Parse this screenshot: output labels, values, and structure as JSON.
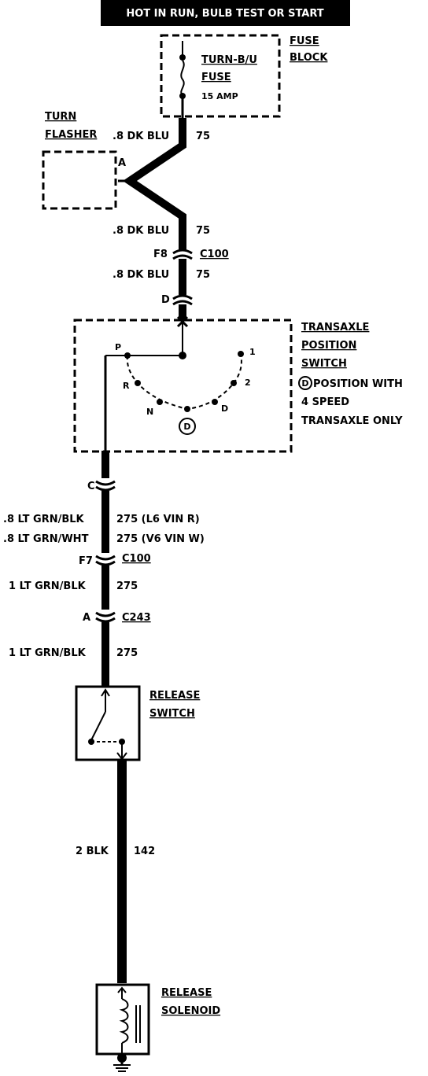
{
  "banner": "HOT IN RUN, BULB TEST OR START",
  "fuse_block": {
    "title_line1": "FUSE",
    "title_line2": "BLOCK",
    "fuse_name_line1": "TURN-B/U",
    "fuse_name_line2": "FUSE",
    "fuse_rating": "15 AMP"
  },
  "turn_flasher": {
    "label_line1": "TURN",
    "label_line2": "FLASHER",
    "terminal": "A"
  },
  "wires": {
    "w1_size_color": ".8 DK BLU",
    "w1_circuit": "75",
    "w2_size_color": ".8 DK BLU",
    "w2_circuit": "75",
    "w3_size_color": ".8 DK BLU",
    "w3_circuit": "75",
    "w4a_size_color": ".8 LT GRN/BLK",
    "w4a_circuit": "275 (L6 VIN R)",
    "w4b_size_color": ".8 LT GRN/WHT",
    "w4b_circuit": "275 (V6 VIN W)",
    "w5_size_color": "1 LT GRN/BLK",
    "w5_circuit": "275",
    "w6_size_color": "1 LT GRN/BLK",
    "w6_circuit": "275",
    "w7_size_color": "2 BLK",
    "w7_circuit": "142"
  },
  "connectors": {
    "c1_pin": "F8",
    "c1_name": "C100",
    "c2_pin": "D",
    "c3_pin": "C",
    "c4_pin": "F7",
    "c4_name": "C100",
    "c5_pin": "A",
    "c5_name": "C243"
  },
  "transaxle_switch": {
    "title_line1": "TRANSAXLE",
    "title_line2": "POSITION",
    "title_line3": "SWITCH",
    "note_symbol": "D",
    "note_line1": "POSITION WITH",
    "note_line2": "4 SPEED",
    "note_line3": "TRANSAXLE ONLY",
    "positions": {
      "p": "P",
      "r": "R",
      "n": "N",
      "d": "D",
      "d4": "D",
      "two": "2",
      "one": "1"
    }
  },
  "release_switch": {
    "label_line1": "RELEASE",
    "label_line2": "SWITCH"
  },
  "release_solenoid": {
    "label_line1": "RELEASE",
    "label_line2": "SOLENOID"
  }
}
